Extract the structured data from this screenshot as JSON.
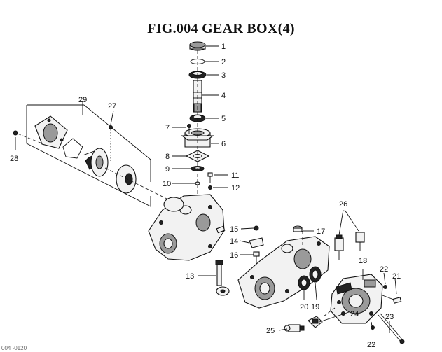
{
  "figure": {
    "title": "FIG.004  GEAR BOX(4)"
  },
  "callouts": [
    "1",
    "2",
    "3",
    "4",
    "5",
    "6",
    "7",
    "8",
    "9",
    "10",
    "11",
    "12",
    "13",
    "14",
    "15",
    "16",
    "17",
    "18",
    "19",
    "20",
    "21",
    "22",
    "22",
    "23",
    "24",
    "25",
    "26",
    "27",
    "28",
    "29"
  ],
  "footer": {
    "code": "004 -0120"
  }
}
